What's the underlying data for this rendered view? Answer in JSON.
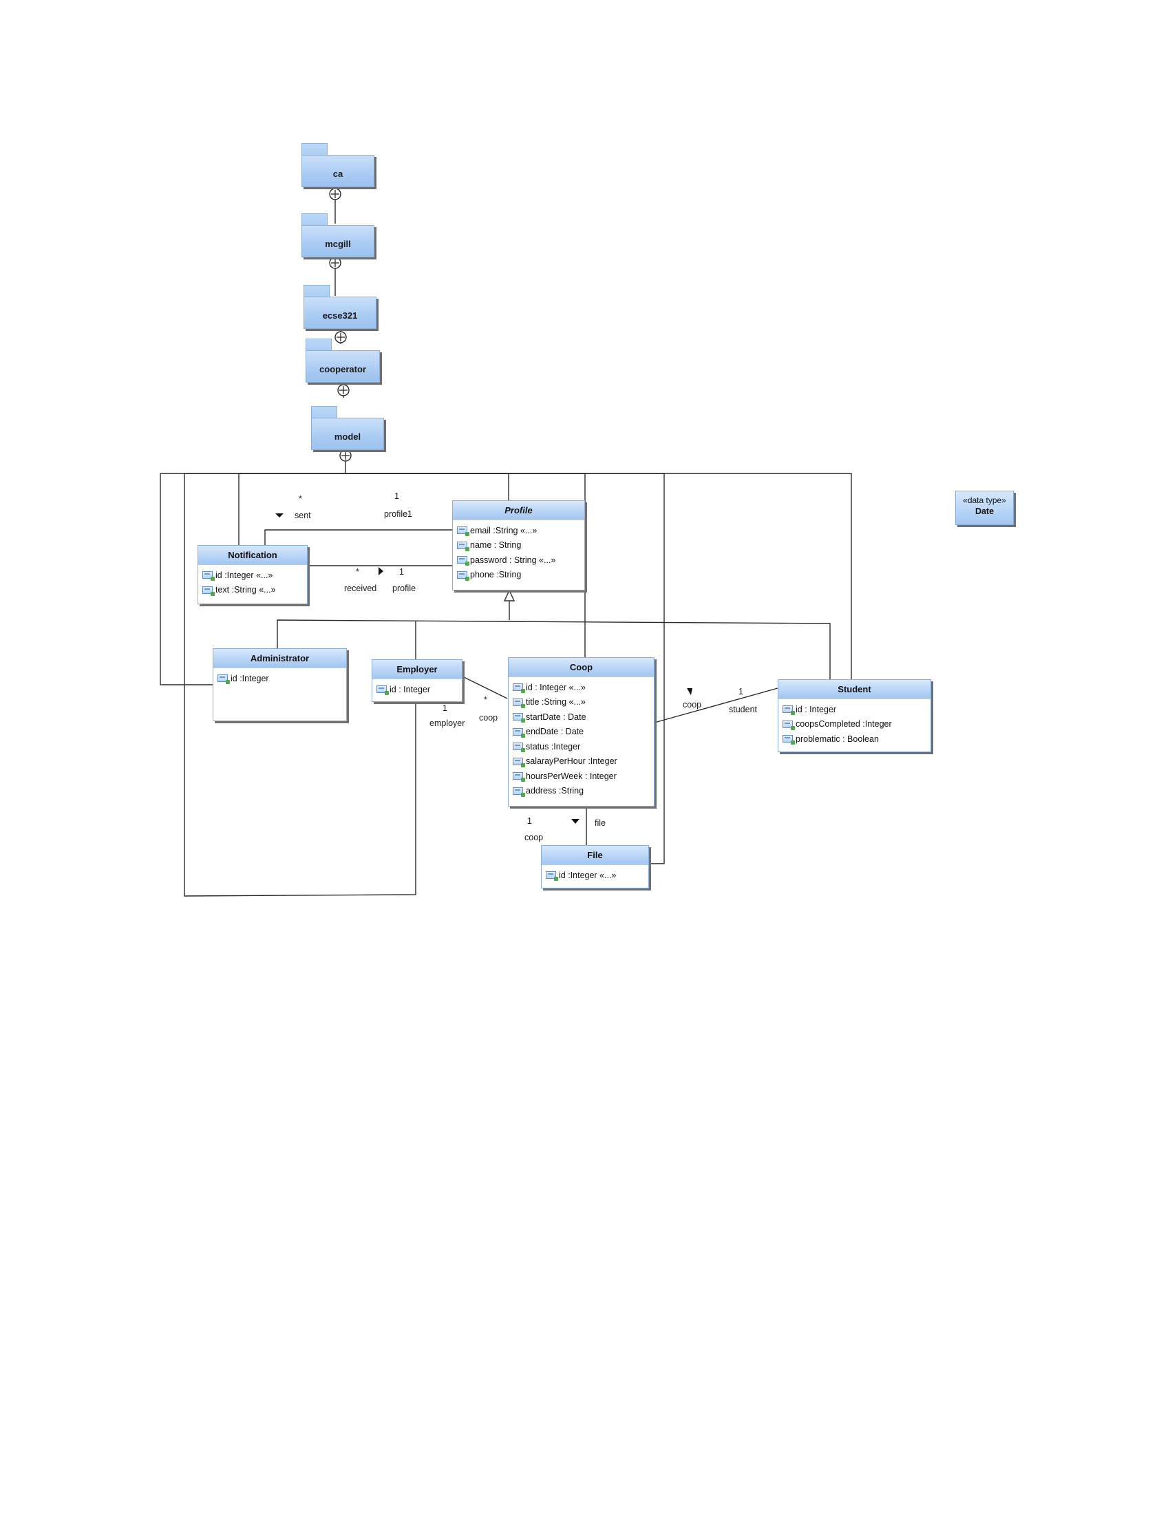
{
  "packages": {
    "ca": "ca",
    "mcgill": "mcgill",
    "ecse321": "ecse321",
    "cooperator": "cooperator",
    "model": "model"
  },
  "classes": {
    "profile": {
      "name": "Profile",
      "abstract": true,
      "attributes": [
        "email :String  «...»",
        "name : String",
        "password : String «...»",
        "phone :String"
      ]
    },
    "notification": {
      "name": "Notification",
      "attributes": [
        "id :Integer  «...»",
        "text :String  «...»"
      ]
    },
    "administrator": {
      "name": "Administrator",
      "attributes": [
        "id :Integer"
      ]
    },
    "employer": {
      "name": "Employer",
      "attributes": [
        "id : Integer"
      ]
    },
    "coop": {
      "name": "Coop",
      "attributes": [
        "id : Integer  «...»",
        "title :String  «...»",
        "startDate : Date",
        "endDate : Date",
        "status :Integer",
        "salarayPerHour  :Integer",
        "hoursPerWeek : Integer",
        "address :String"
      ]
    },
    "student": {
      "name": "Student",
      "attributes": [
        "id : Integer",
        "coopsCompleted  :Integer",
        "problematic  : Boolean"
      ]
    },
    "file": {
      "name": "File",
      "attributes": [
        "id :Integer  «...»"
      ]
    }
  },
  "datatype": {
    "stereotype": "«data type»",
    "name": "Date"
  },
  "association_labels": {
    "sent_mult": "*",
    "sent_role": "sent",
    "profile1_mult": "1",
    "profile1_role": "profile1",
    "received_mult": "*",
    "received_role": "received",
    "profile_mult": "1",
    "profile_role": "profile",
    "employer_mult": "1",
    "employer_role": "employer",
    "emp_coop_mult": "*",
    "emp_coop_role": "coop",
    "student_coop_role": "coop",
    "student_mult": "1",
    "student_role": "student",
    "file_coop_mult": "1",
    "file_coop_role": "coop",
    "file_role": "file"
  }
}
